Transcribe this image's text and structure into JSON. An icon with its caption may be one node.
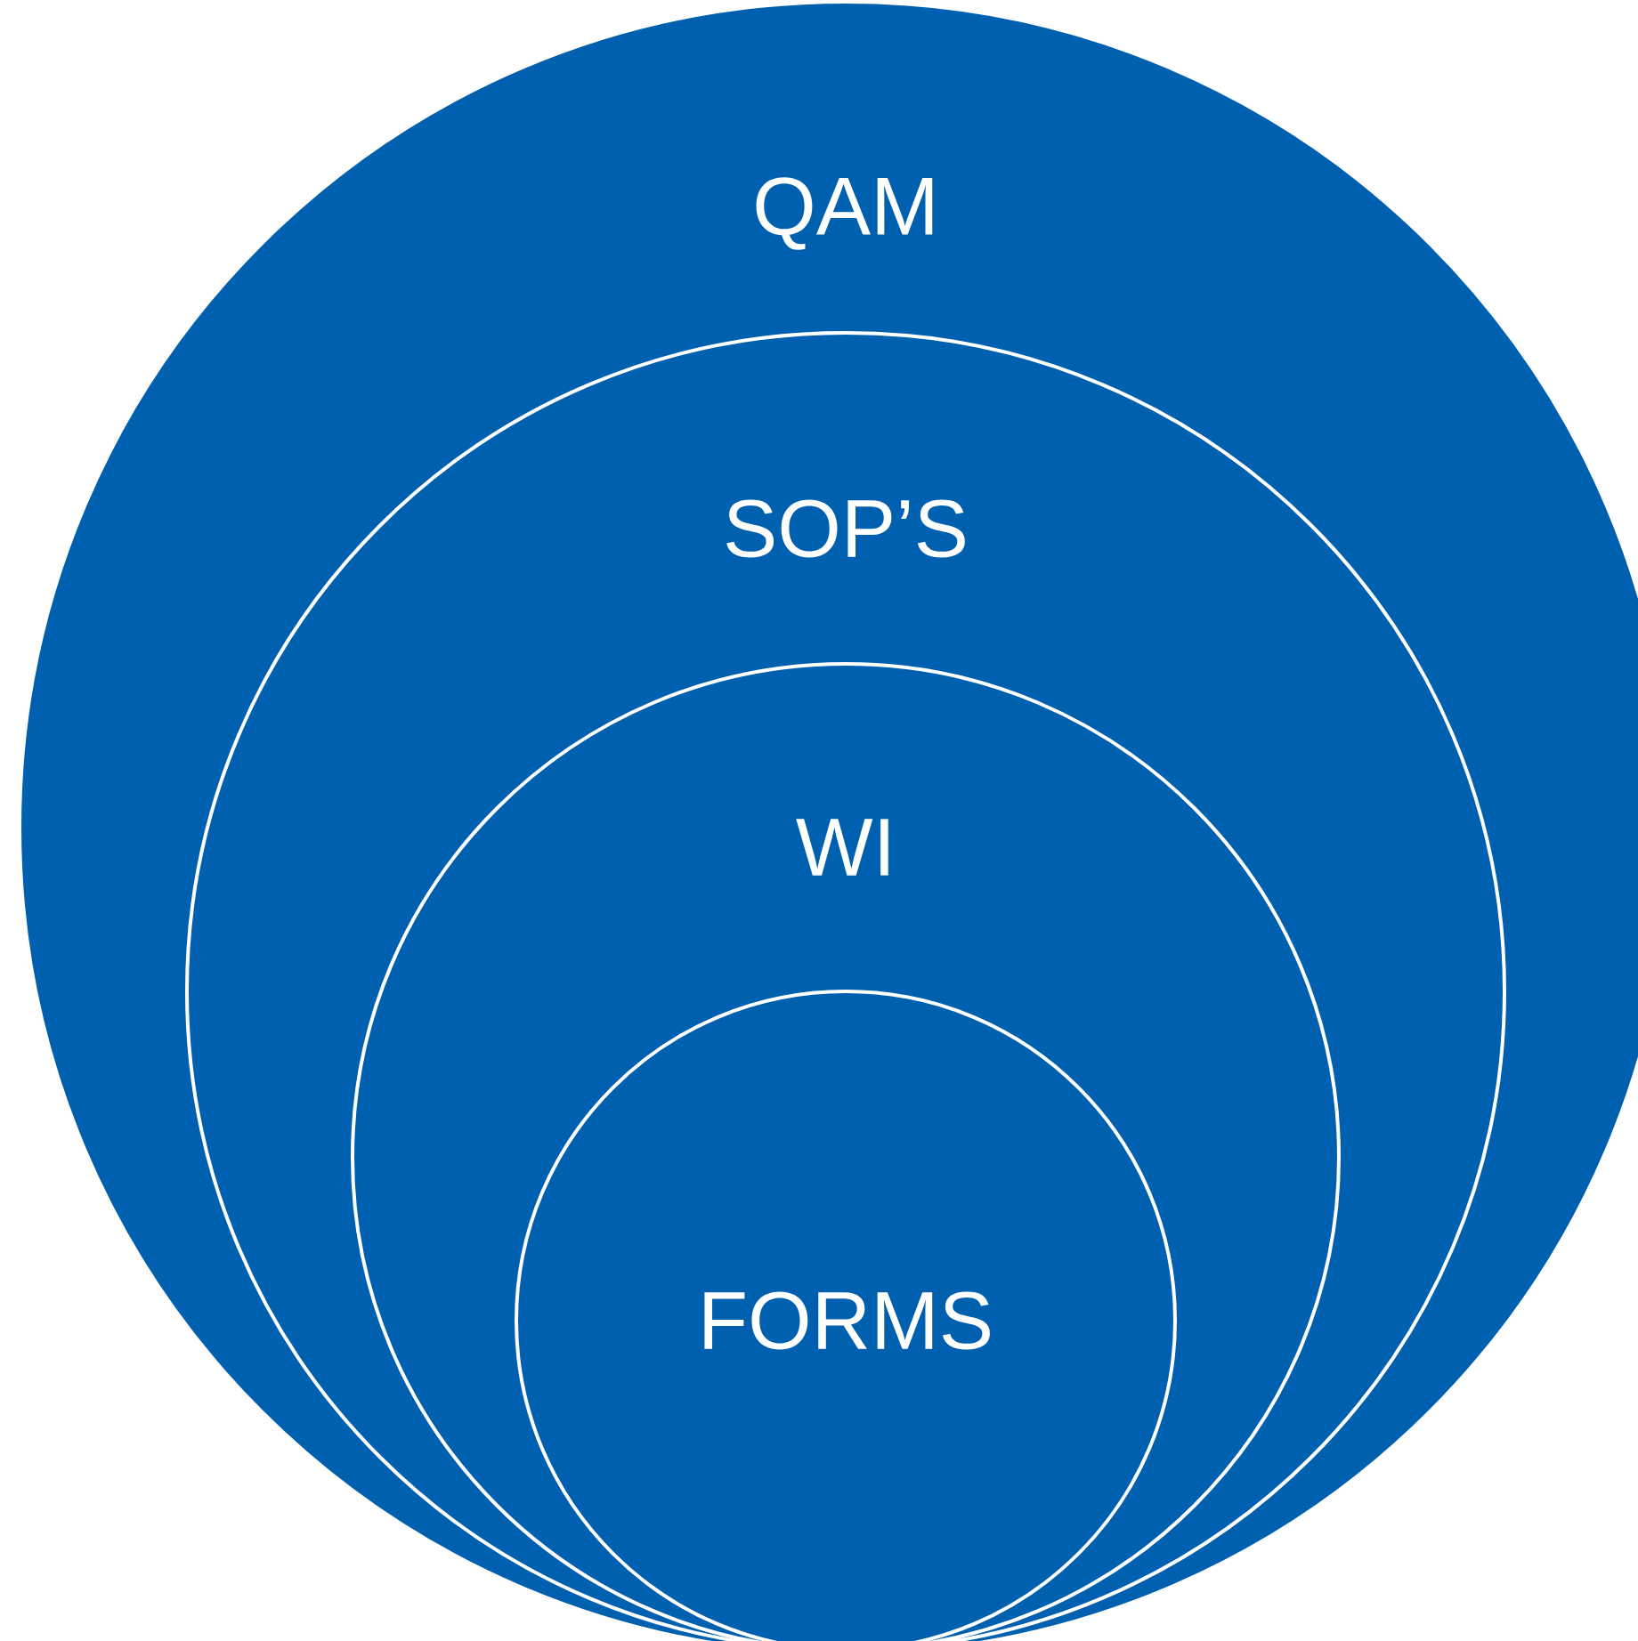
{
  "diagram": {
    "nodes": [
      {
        "text": [
          "QAM"
        ]
      },
      {
        "text": [
          "SOP’S"
        ],
        "in": 0
      },
      {
        "text": [
          "WI"
        ],
        "in": 1
      },
      {
        "text": [
          "FORMS"
        ],
        "in": 2
      }
    ]
  }
}
